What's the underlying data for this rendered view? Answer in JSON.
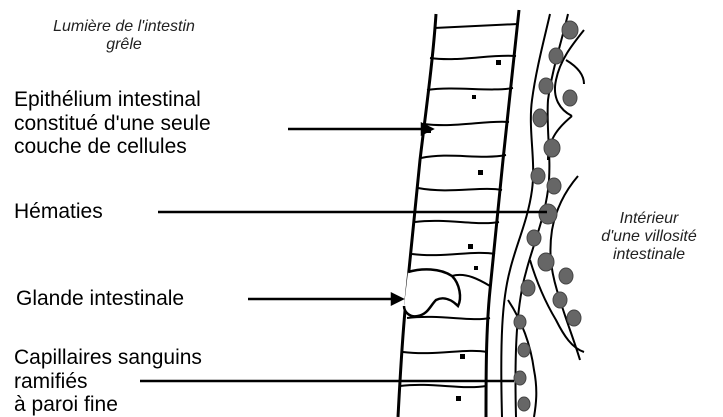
{
  "labels": {
    "lumen": "Lumière de l'intestin\ngrêle",
    "epithelium": "Epithélium intestinal\nconstitué d'une seule\ncouche de cellules",
    "hematies": "Hématies",
    "villus_interior": "Intérieur\nd'une villosité\nintestinale",
    "gland": "Glande intestinale",
    "capillaries": "Capillaires sanguins\nramifiés\nà paroi fine"
  },
  "colors": {
    "line": "#000000",
    "cell_fill": "#ffffff",
    "blood_cell": "#666666"
  }
}
